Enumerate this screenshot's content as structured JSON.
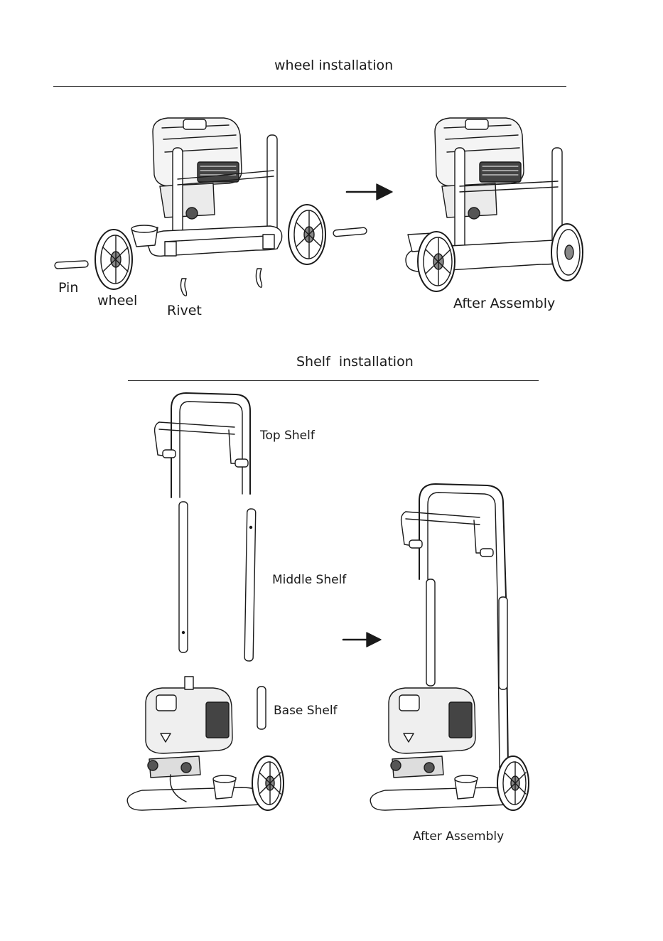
{
  "wheel_section": {
    "title": "wheel installation",
    "labels": {
      "pin": "Pin",
      "wheel": "wheel",
      "rivet": "Rivet",
      "after_assembly": "After Assembly"
    }
  },
  "shelf_section": {
    "title": "Shelf  installation",
    "labels": {
      "top_shelf": "Top Shelf",
      "middle_shelf": "Middle Shelf",
      "base_shelf": "Base Shelf",
      "after_assembly": "After Assembly"
    }
  },
  "colors": {
    "ink": "#1a1a1a",
    "rule": "#333333"
  }
}
